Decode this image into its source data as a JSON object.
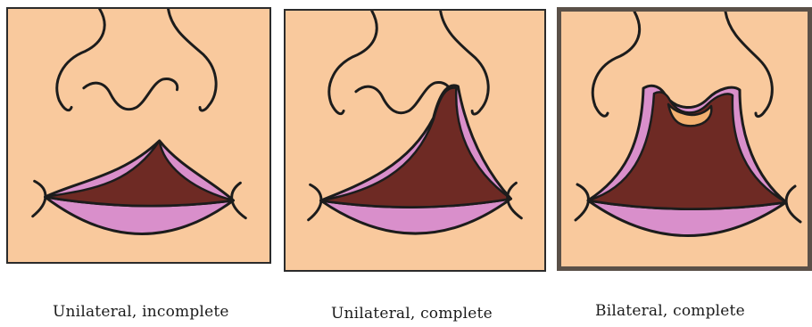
{
  "figure": {
    "panels": [
      {
        "caption": "Unilateral, incomplete"
      },
      {
        "caption": "Unilateral, complete"
      },
      {
        "caption": "Bilateral, complete"
      }
    ]
  },
  "colors": {
    "skin": "#F9C99D",
    "lip_pink": "#D98FCB",
    "cleft_dark": "#6E2A24",
    "gum": "#F2B070",
    "outline": "#1c1c1c"
  }
}
